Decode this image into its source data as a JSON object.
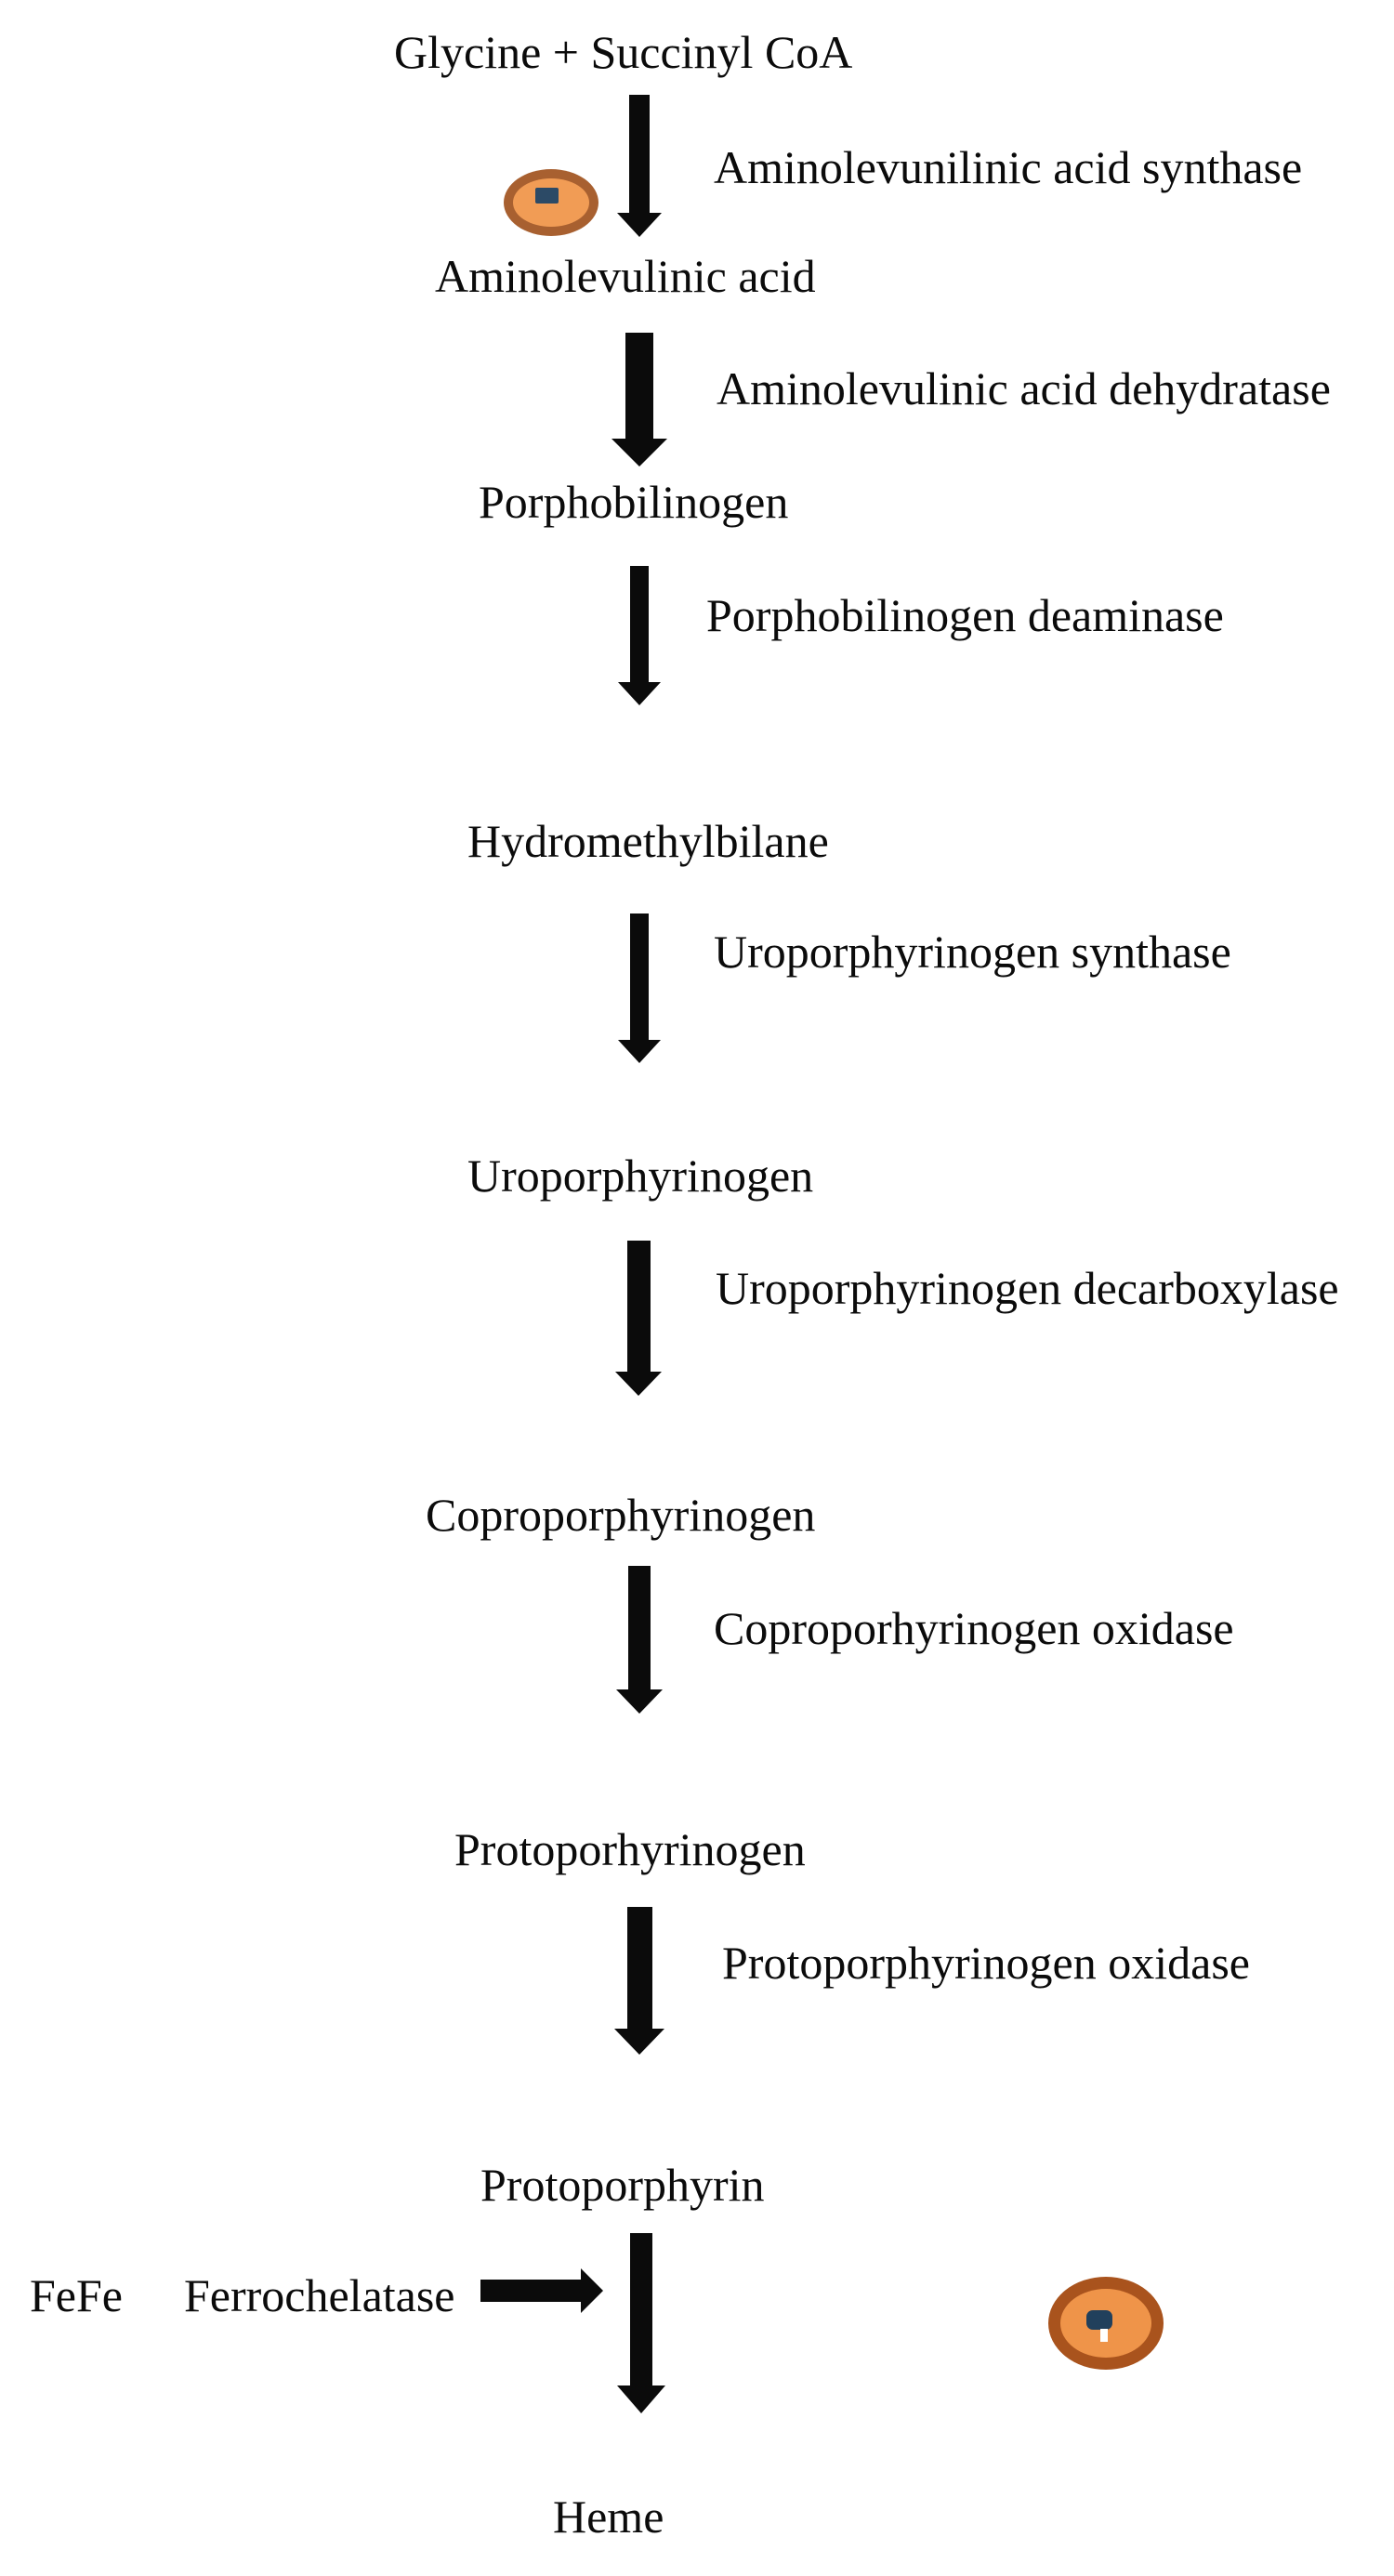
{
  "pathway": {
    "substrate": "Glycine + Succinyl CoA",
    "steps": [
      {
        "enzyme": "Aminolevunilinic acid synthase",
        "product": "Aminolevulinic acid"
      },
      {
        "enzyme": "Aminolevulinic acid dehydratase",
        "product": "Porphobilinogen"
      },
      {
        "enzyme": "Porphobilinogen deaminase",
        "product": "Hydromethylbilane"
      },
      {
        "enzyme": "Uroporphyrinogen synthase",
        "product": "Uroporphyrinogen"
      },
      {
        "enzyme": "Uroporphyrinogen decarboxylase",
        "product": "Coproporphyrinogen"
      },
      {
        "enzyme": "Coproporhyrinogen oxidase",
        "product": "Protoporhyrinogen"
      },
      {
        "enzyme": "Protoporphyrinogen oxidase",
        "product": "Protoporphyrin"
      }
    ],
    "iron_step": {
      "cofactor": "FeFe",
      "enzyme": "Ferrochelatase"
    },
    "final_product": "Heme",
    "icons": [
      {
        "name": "mitochondrion-icon-top",
        "ring_color": "#A86030",
        "fill_color": "#F19C55",
        "marker_color": "#2C4A66"
      },
      {
        "name": "mitochondrion-icon-bottom",
        "ring_color": "#A9531D",
        "fill_color": "#EF9449",
        "marker_color": "#21405C",
        "stem_color": "#FFFFFF"
      }
    ],
    "colors": {
      "arrow": "#0B0B0B",
      "text": "#0B0B0B",
      "background": "#FFFFFF"
    }
  }
}
